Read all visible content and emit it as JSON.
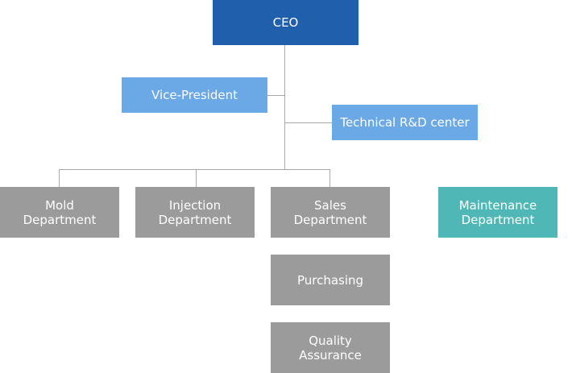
{
  "org_chart": {
    "ceo": "CEO",
    "vice_president": "Vice-President",
    "technical_center": "Technical R&D center",
    "departments": {
      "mold": "Mold\nDepartment",
      "injection": "Injection\nDepartment",
      "sales": "Sales\nDepartment",
      "maintenance": "Maintenance\nDepartment",
      "purchasing": "Purchasing",
      "quality": "Quality\nAssurance"
    }
  },
  "colors": {
    "ceo": "#1f5fac",
    "support_units": "#6aa8e6",
    "departments": "#9b9b9b",
    "maintenance": "#4fb8b6",
    "connectors": "#a8a8a8"
  }
}
